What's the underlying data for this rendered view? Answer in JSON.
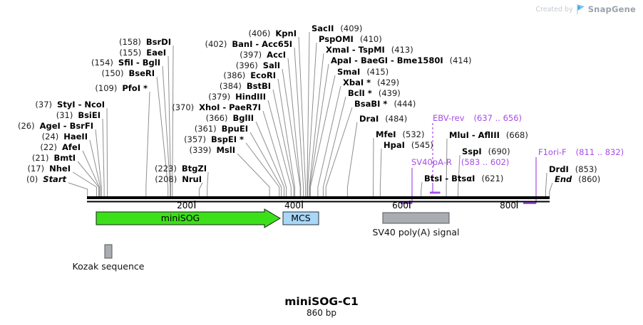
{
  "meta": {
    "created_by": "Created by",
    "brand": "SnapGene"
  },
  "title": {
    "name": "miniSOG-C1",
    "length": "860 bp"
  },
  "ruler": {
    "ticks": [
      "200",
      "400",
      "600",
      "800"
    ]
  },
  "colors": {
    "primer": "#a64ce6",
    "minisog_fill": "#3ce019",
    "mcs_fill": "#a8d7f7",
    "gray_feature_fill": "#a9adb2",
    "map_line": "#000000",
    "leader_line": "#8f8f8f"
  },
  "features": {
    "minisog": {
      "label": "miniSOG"
    },
    "mcs": {
      "label": "MCS"
    },
    "sv40": {
      "label": "SV40 poly(A) signal"
    },
    "kozak": {
      "label": "Kozak sequence"
    }
  },
  "sites": [
    {
      "num": "(158)",
      "name": "BsrDI"
    },
    {
      "num": "(155)",
      "name": "EaeI"
    },
    {
      "num": "(154)",
      "name": "SfiI - BglI"
    },
    {
      "num": "(150)",
      "name": "BseRI"
    },
    {
      "num": "(109)",
      "name": "PfoI *"
    },
    {
      "num": "(37)",
      "name": "StyI - NcoI"
    },
    {
      "num": "(31)",
      "name": "BsiEI"
    },
    {
      "num": "(26)",
      "name": "AgeI - BsrFI"
    },
    {
      "num": "(24)",
      "name": "HaeII"
    },
    {
      "num": "(22)",
      "name": "AfeI"
    },
    {
      "num": "(21)",
      "name": "BmtI"
    },
    {
      "num": "(17)",
      "name": "NheI"
    },
    {
      "num": "(0)",
      "name": "Start"
    },
    {
      "num": "(223)",
      "name": "BtgZI"
    },
    {
      "num": "(208)",
      "name": "NruI"
    },
    {
      "num": "(406)",
      "name": "KpnI"
    },
    {
      "num": "(402)",
      "name": "BanI - Acc65I"
    },
    {
      "num": "(397)",
      "name": "AccI"
    },
    {
      "num": "(396)",
      "name": "SalI"
    },
    {
      "num": "(386)",
      "name": "EcoRI"
    },
    {
      "num": "(384)",
      "name": "BstBI"
    },
    {
      "num": "(379)",
      "name": "HindIII"
    },
    {
      "num": "(370)",
      "name": "XhoI - PaeR7I"
    },
    {
      "num": "(366)",
      "name": "BglII"
    },
    {
      "num": "(361)",
      "name": "BpuEI"
    },
    {
      "num": "(357)",
      "name": "BspEI *"
    },
    {
      "num": "(339)",
      "name": "MslI"
    },
    {
      "name": "SacII",
      "num": "(409)"
    },
    {
      "name": "PspOMI",
      "num": "(410)"
    },
    {
      "name": "XmaI - TspMI",
      "num": "(413)"
    },
    {
      "name": "ApaI - BaeGI - Bme1580I",
      "num": "(414)"
    },
    {
      "name": "SmaI",
      "num": "(415)"
    },
    {
      "name": "XbaI *",
      "num": "(429)"
    },
    {
      "name": "BclI *",
      "num": "(439)"
    },
    {
      "name": "BsaBI *",
      "num": "(444)"
    },
    {
      "name": "DraI",
      "num": "(484)"
    },
    {
      "name": "MfeI",
      "num": "(532)"
    },
    {
      "name": "HpaI",
      "num": "(545)"
    },
    {
      "name": "MluI - AflIII",
      "num": "(668)"
    },
    {
      "name": "SspI",
      "num": "(690)"
    },
    {
      "name": "BtsI - BtsαI",
      "num": "(621)"
    },
    {
      "name": "DrdI",
      "num": "(853)"
    },
    {
      "name": "End",
      "num": "(860)"
    }
  ],
  "primers": [
    {
      "name": "EBV-rev",
      "range": "(637 .. 656)"
    },
    {
      "name": "SV40pA-R",
      "range": "(583 .. 602)"
    },
    {
      "name": "F1ori-F",
      "range": "(811 .. 832)"
    }
  ]
}
